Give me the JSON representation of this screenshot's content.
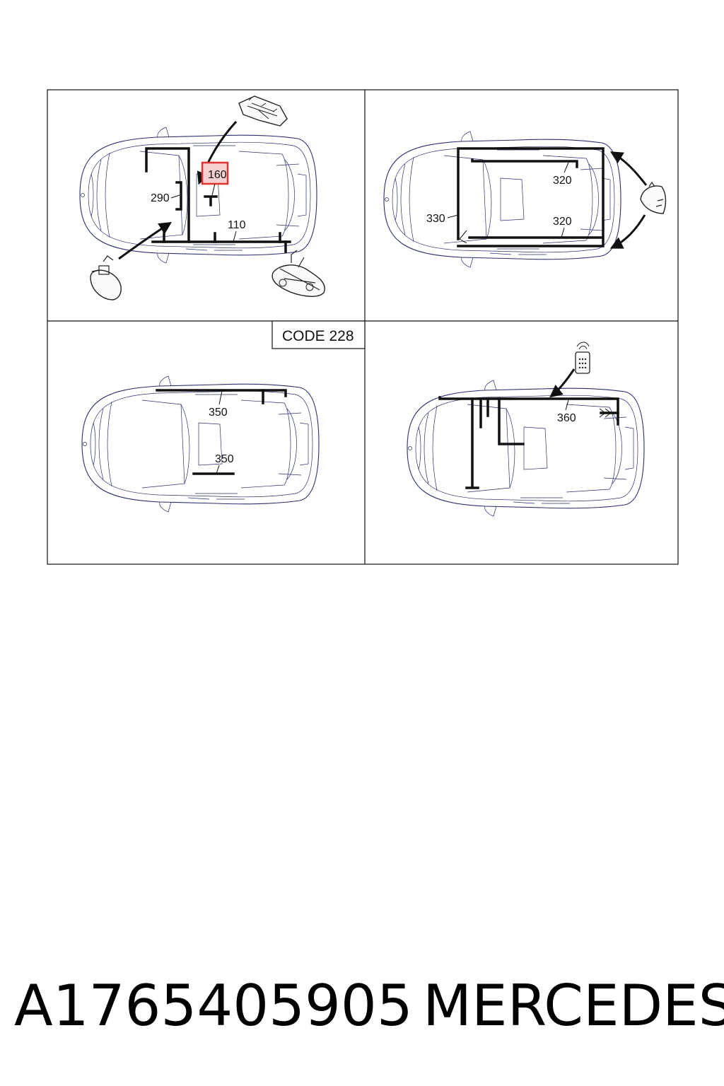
{
  "panels": [
    {
      "labels": {
        "l290": "290",
        "l160": "160",
        "l110": "110"
      }
    },
    {
      "labels": {
        "l320a": "320",
        "l320b": "320",
        "l330": "330"
      }
    },
    {
      "code_tag": "CODE 228",
      "labels": {
        "l350a": "350",
        "l350b": "350"
      }
    },
    {
      "labels": {
        "l360": "360"
      }
    }
  ],
  "highlight": {
    "label": "160",
    "color": "#e3342f"
  },
  "footer": {
    "part_number": "A1765405905",
    "brand": "MERCEDES"
  },
  "colors": {
    "car_outline": "#2a2f6e",
    "wire": "#111111"
  }
}
